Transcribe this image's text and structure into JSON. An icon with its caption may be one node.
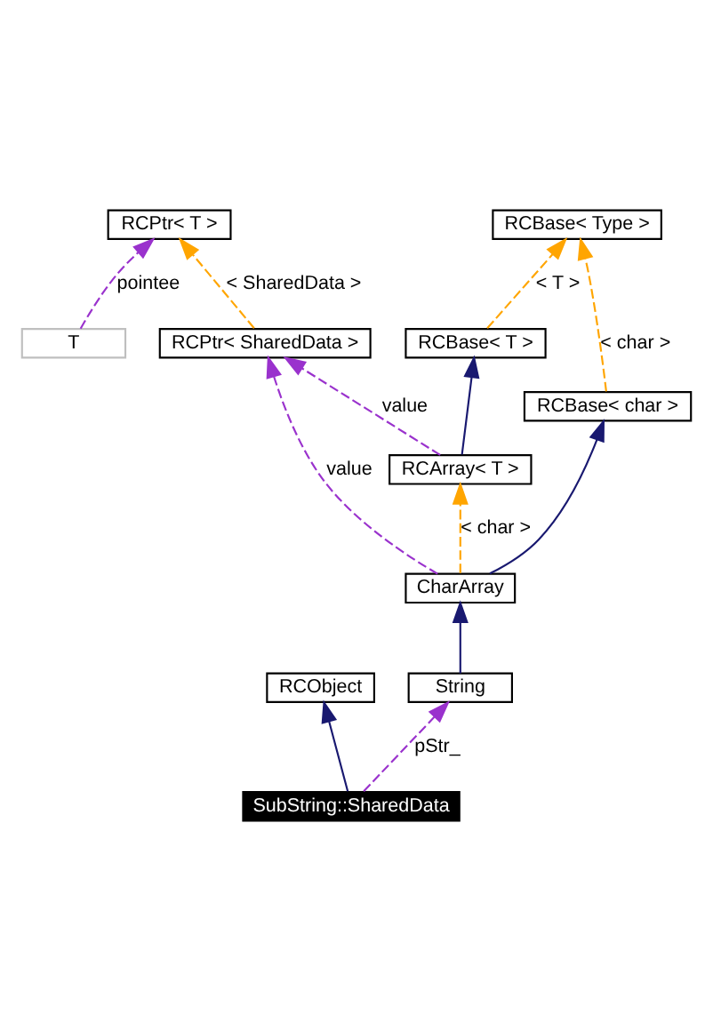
{
  "diagram": {
    "nodes": [
      {
        "text": [
          "T"
        ]
      },
      {
        "text": [
          "RCBase< Type >"
        ]
      },
      {
        "text": [
          "RCPtr< T >"
        ]
      },
      {
        "text": [
          "RCBase< T >"
        ]
      },
      {
        "text": [
          "RCPtr< SharedData >"
        ]
      },
      {
        "text": [
          "RCBase< char >"
        ]
      },
      {
        "text": [
          "RCArray< T >"
        ]
      },
      {
        "text": [
          "CharArray"
        ]
      },
      {
        "text": [
          "RCObject"
        ]
      },
      {
        "text": [
          "String"
        ]
      },
      {
        "text": [
          "SubString::SharedData"
        ]
      }
    ],
    "edges": [
      {
        "from": 0,
        "to": 2,
        "arrow": "to",
        "label": "pointee",
        "style": "dashed",
        "color": "#9a32cd"
      },
      {
        "from": 4,
        "to": 2,
        "arrow": "to",
        "label": "< SharedData >",
        "style": "dashed",
        "color": "#ffa500"
      },
      {
        "from": 3,
        "to": 1,
        "arrow": "to",
        "label": "< T >",
        "style": "dashed",
        "color": "#ffa500"
      },
      {
        "from": 5,
        "to": 1,
        "arrow": "to",
        "label": "< char >",
        "style": "dashed",
        "color": "#ffa500"
      },
      {
        "from": 6,
        "to": 3,
        "arrow": "to",
        "color": "#191970"
      },
      {
        "from": 6,
        "to": 4,
        "arrow": "to",
        "label": "value",
        "style": "dashed",
        "color": "#9a32cd"
      },
      {
        "from": 7,
        "to": 5,
        "arrow": "to",
        "color": "#191970"
      },
      {
        "from": 7,
        "to": 6,
        "arrow": "to",
        "label": "< char >",
        "style": "dashed",
        "color": "#ffa500"
      },
      {
        "from": 7,
        "to": 4,
        "arrow": "to",
        "label": "value",
        "style": "dashed",
        "color": "#9a32cd"
      },
      {
        "from": 9,
        "to": 7,
        "arrow": "to",
        "color": "#191970"
      },
      {
        "from": 10,
        "to": 8,
        "arrow": "to",
        "color": "#191970"
      },
      {
        "from": 10,
        "to": 9,
        "arrow": "to",
        "label": "pStr_",
        "style": "dashed",
        "color": "#9a32cd"
      }
    ]
  }
}
